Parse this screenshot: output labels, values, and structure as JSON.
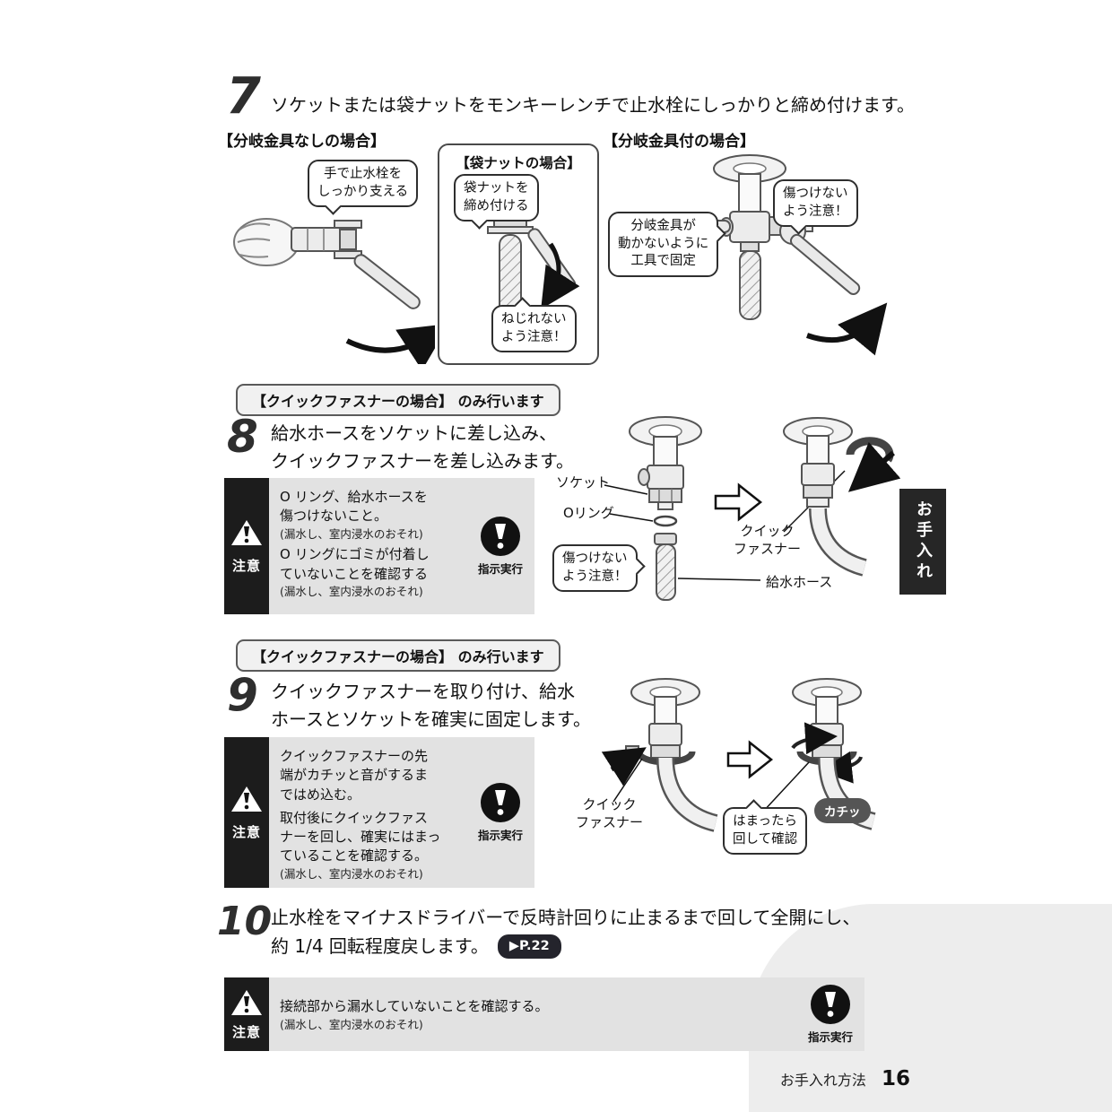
{
  "colors": {
    "caution_bg": "#e2e2e2",
    "strip_black": "#1c1c1c",
    "badge_dark": "#24242c",
    "corner_gray": "#ededed"
  },
  "sidebar": {
    "tab_label": "お手入れ"
  },
  "footer": {
    "section_label": "お手入れ方法",
    "page_number": "16"
  },
  "step7": {
    "number": "7",
    "instruction": "ソケットまたは袋ナットをモンキーレンチで止水栓にしっかりと締め付けます。",
    "case_no_branch_title": "【分岐金具なしの場合】",
    "case_bag_nut_title": "【袋ナットの場合】",
    "case_branch_title": "【分岐金具付の場合】",
    "bubble_hold_by_hand": "手で止水栓を\nしっかり支える",
    "bubble_tighten_bag_nut": "袋ナットを\n締め付ける",
    "bubble_no_twist": "ねじれない\nよう注意！",
    "bubble_fix_with_tool": "分岐金具が\n動かないように\n工具で固定",
    "bubble_no_scratch": "傷つけない\nよう注意！"
  },
  "section8": {
    "tag": "【クイックファスナーの場合】 のみ行います",
    "number": "8",
    "instruction": "給水ホースをソケットに差し込み、\nクイックファスナーを差し込みます。",
    "caution": {
      "label": "注意",
      "item1": "O リング、給水ホースを\n傷つけないこと。",
      "note1": "(漏水し、室内浸水のおそれ)",
      "item2": "O リングにゴミが付着し\nていないことを確認する",
      "note2": "(漏水し、室内浸水のおそれ)",
      "exec_label": "指示実行"
    },
    "labels": {
      "socket": "ソケット",
      "o_ring": "Oリング",
      "bubble_no_scratch": "傷つけない\nよう注意！",
      "quick_fastener": "クイック\nファスナー",
      "water_hose": "給水ホース"
    }
  },
  "section9": {
    "tag": "【クイックファスナーの場合】 のみ行います",
    "number": "9",
    "instruction": "クイックファスナーを取り付け、給水\nホースとソケットを確実に固定します。",
    "caution": {
      "label": "注意",
      "item1": "クイックファスナーの先\n端がカチッと音がするま\nではめ込む。",
      "item2": "取付後にクイックファス\nナーを回し、確実にはまっ\nていることを確認する。",
      "note2": "(漏水し、室内浸水のおそれ)",
      "exec_label": "指示実行"
    },
    "labels": {
      "quick_fastener": "クイック\nファスナー",
      "bubble_check": "はまったら\n回して確認",
      "click_sound": "カチッ"
    }
  },
  "step10": {
    "number": "10",
    "instruction_line1": "止水栓をマイナスドライバーで反時計回りに止まるまで回して全開にし、",
    "instruction_line2": "約 1/4 回転程度戻します。",
    "page_ref": "▶P.22"
  },
  "bottom_caution": {
    "label": "注意",
    "text": "接続部から漏水していないことを確認する。",
    "note": "(漏水し、室内浸水のおそれ)",
    "exec_label": "指示実行"
  }
}
